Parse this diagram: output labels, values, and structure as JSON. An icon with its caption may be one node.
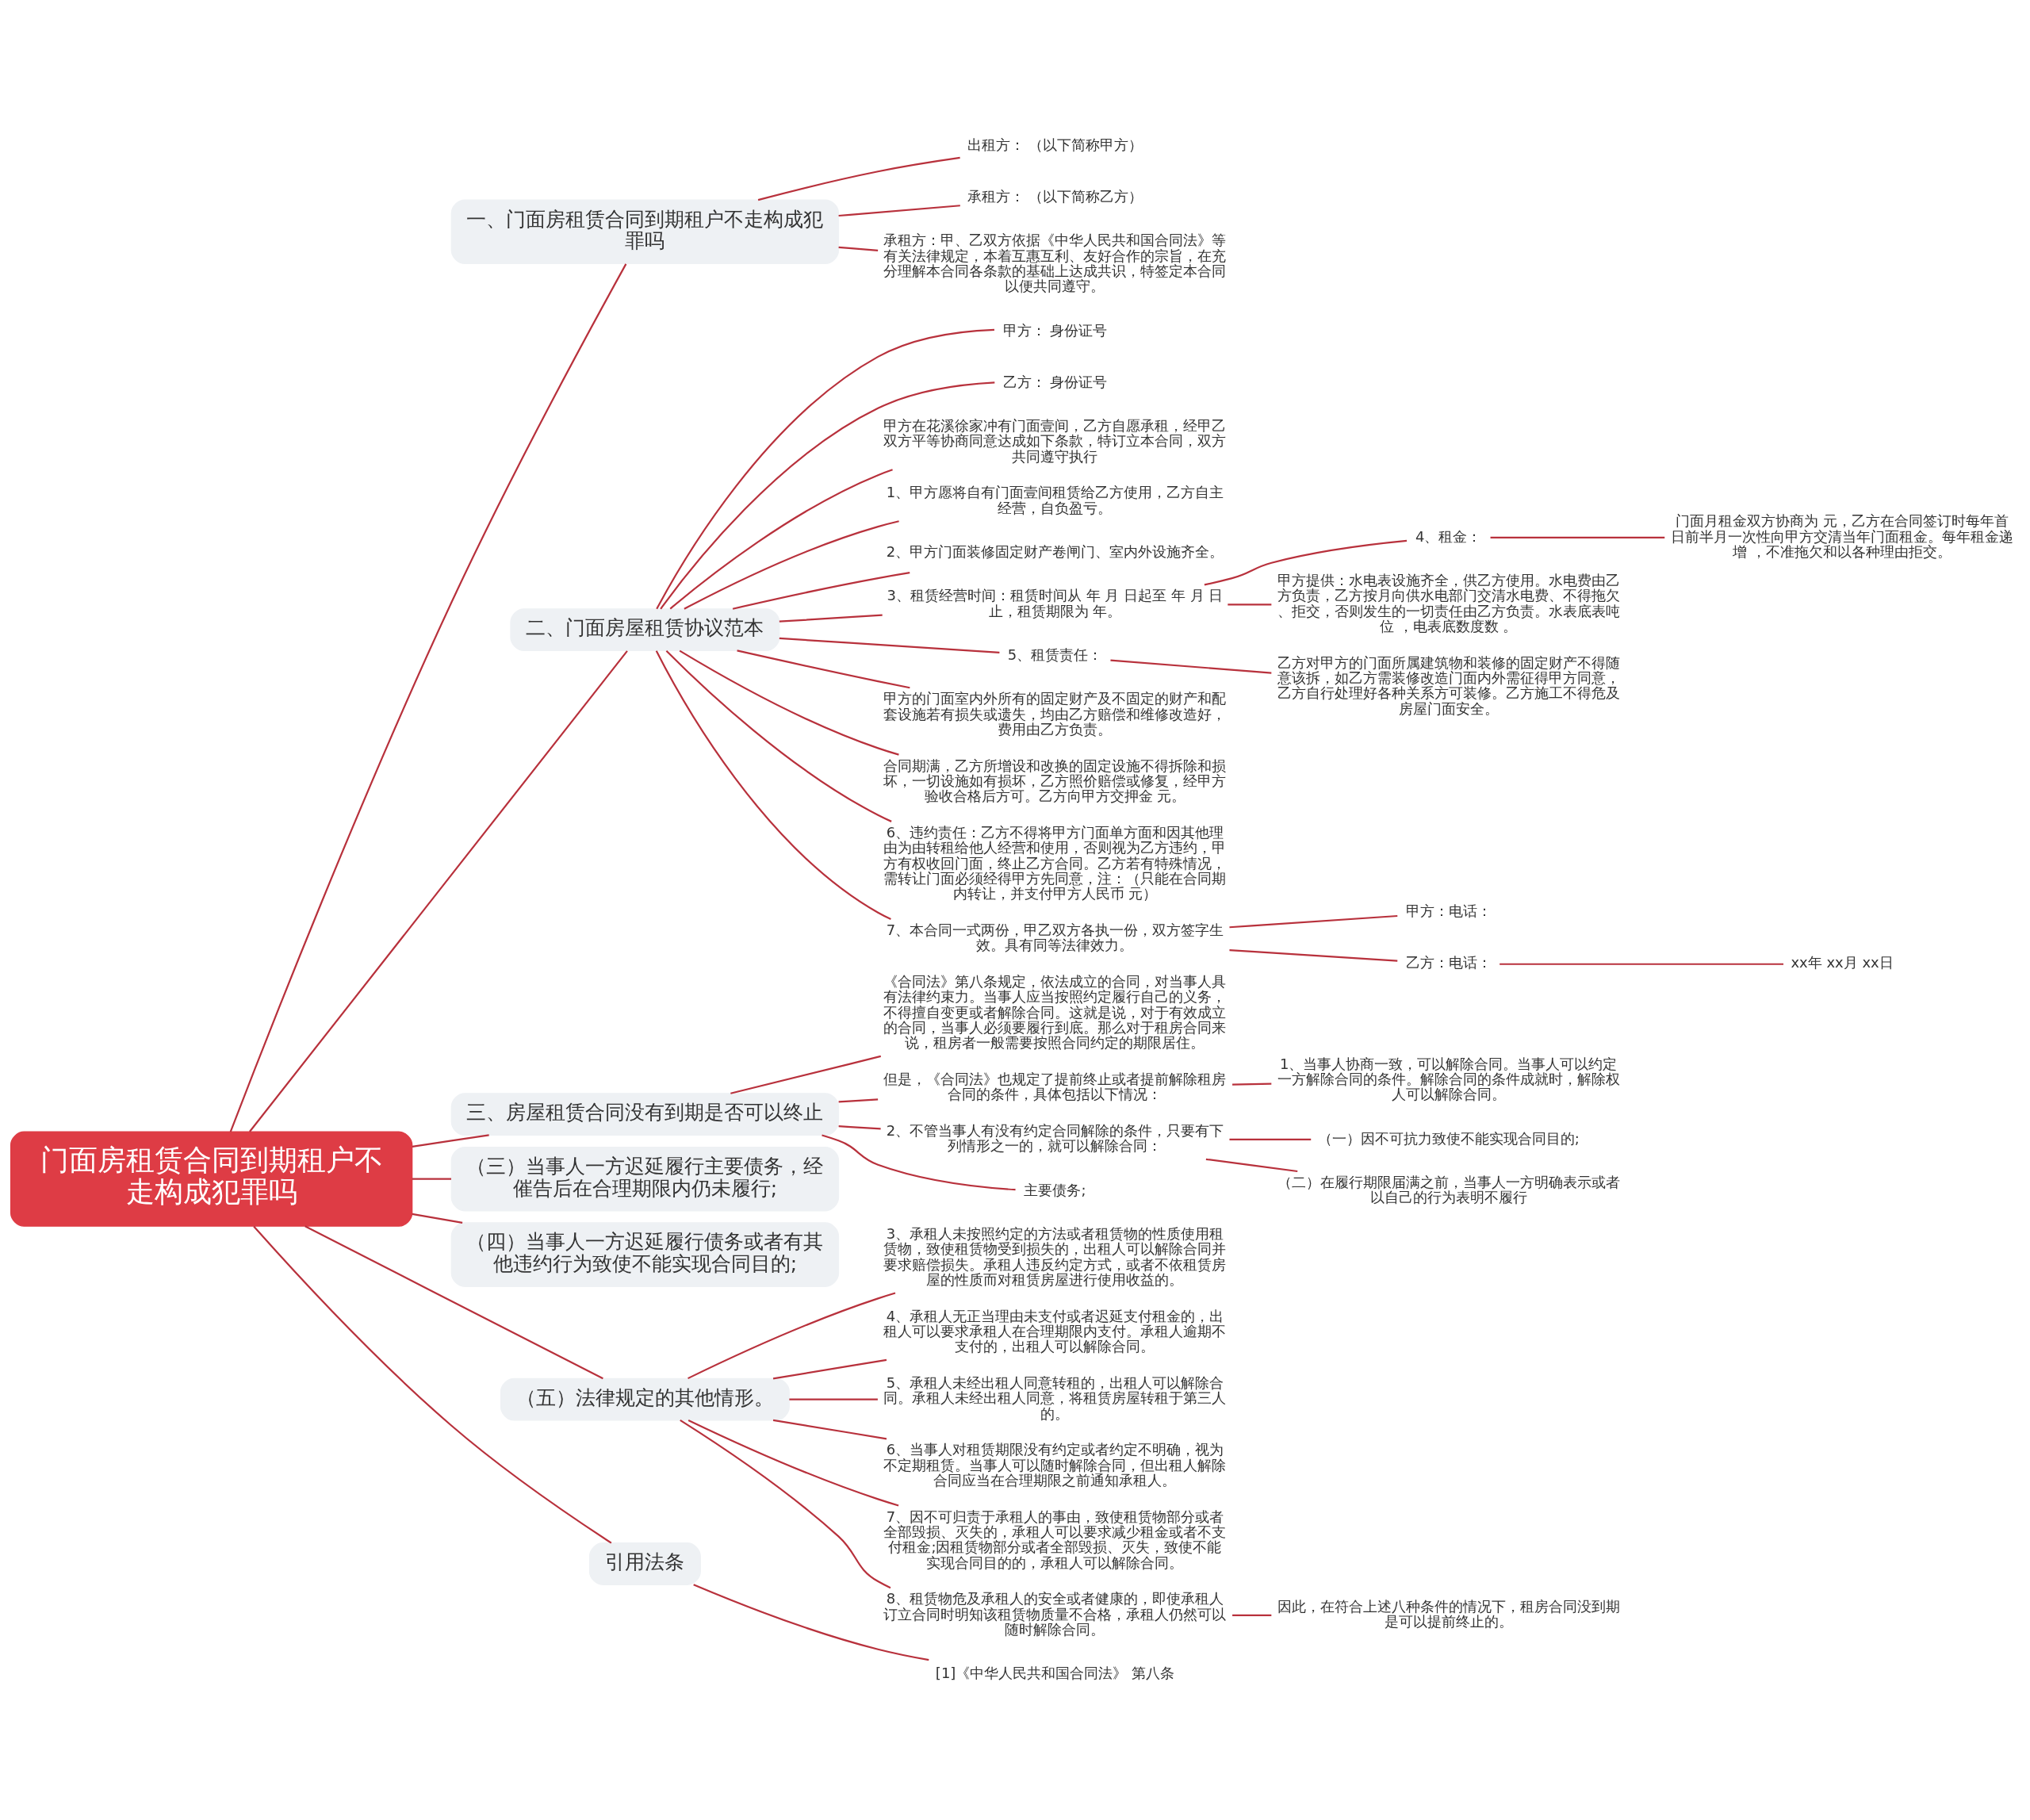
{
  "diagram": {
    "nodes": [
      {
        "text": [
          "门面房租赁合同到期租户不走构成犯罪吗"
        ]
      },
      {
        "text": [
          "一、门面房租赁合同到期租户不走构成犯罪吗"
        ]
      },
      {
        "text": [
          "出租方： （以下简称甲方）"
        ]
      },
      {
        "text": [
          "承租方： （以下简称乙方）"
        ]
      },
      {
        "text": [
          "承租方：甲、乙双方依据《中华人民共和国合同法》等有关法律规定，本着互惠互利、友好合作的宗旨，在充分理解本合同各条款的基础上达成共识，特签定本合同以便共同遵守。"
        ]
      },
      {
        "text": [
          "二、门面房屋租赁协议范本"
        ]
      },
      {
        "text": [
          "甲方： 身份证号"
        ]
      },
      {
        "text": [
          "乙方： 身份证号"
        ]
      },
      {
        "text": [
          "甲方在花溪徐家冲有门面壹间，乙方自愿承租，经甲乙双方平等协商同意达成如下条款，特订立本合同，双方共同遵守执行"
        ]
      },
      {
        "text": [
          "1、甲方愿将自有门面壹间租赁给乙方使用，乙方自主经营，自负盈亏。"
        ]
      },
      {
        "text": [
          "2、甲方门面装修固定财产卷闸门、室内外设施齐全。"
        ]
      },
      {
        "text": [
          "3、租赁经营时间：租赁时间从 年 月 日起至 年 月 日止，租赁期限为 年。"
        ]
      },
      {
        "text": [
          "4、租金："
        ]
      },
      {
        "text": [
          "门面月租金双方协商为 元，乙方在合同签订时每年首日前半月一次性向甲方交清当年门面租金。每年租金递增 ，不准拖欠和以各种理由拒交。"
        ]
      },
      {
        "text": [
          "甲方提供：水电表设施齐全，供乙方使用。水电费由乙方负责，乙方按月向供水电部门交清水电费、不得拖欠、拒交，否则发生的一切责任由乙方负责。水表底表吨位 ，电表底数度数 。"
        ]
      },
      {
        "text": [
          "5、租赁责任："
        ]
      },
      {
        "text": [
          "乙方对甲方的门面所属建筑物和装修的固定财产不得随意该拆，如乙方需装修改造门面内外需征得甲方同意，乙方自行处理好各种关系方可装修。乙方施工不得危及房屋门面安全。"
        ]
      },
      {
        "text": [
          "甲方的门面室内外所有的固定财产及不固定的财产和配套设施若有损失或遗失，均由乙方赔偿和维修改造好，费用由乙方负责。"
        ]
      },
      {
        "text": [
          "合同期满，乙方所增设和改换的固定设施不得拆除和损坏，一切设施如有损坏，乙方照价赔偿或修复，经甲方验收合格后方可。乙方向甲方交押金 元。"
        ]
      },
      {
        "text": [
          "6、违约责任：乙方不得将甲方门面单方面和因其他理由为由转租给他人经营和使用，否则视为乙方违约，甲方有权收回门面，终止乙方合同。乙方若有特殊情况，需转让门面必须经得甲方先同意，注：（只能在合同期内转让，并支付甲方人民币 元）"
        ]
      },
      {
        "text": [
          "7、本合同一式两份，甲乙双方各执一份，双方签字生效。具有同等法律效力。"
        ]
      },
      {
        "text": [
          "甲方：电话："
        ]
      },
      {
        "text": [
          "乙方：电话："
        ]
      },
      {
        "text": [
          "xx年 xx月 xx日"
        ]
      },
      {
        "text": [
          "三、房屋租赁合同没有到期是否可以终止"
        ]
      },
      {
        "text": [
          "《合同法》第八条规定，依法成立的合同，对当事人具有法律约束力。当事人应当按照约定履行自己的义务，不得擅自变更或者解除合同。这就是说，对于有效成立的合同，当事人必须要履行到底。那么对于租房合同来说，租房者一般需要按照合同约定的期限居住。"
        ]
      },
      {
        "text": [
          "但是，《合同法》也规定了提前终止或者提前解除租房合同的条件，具体包括以下情况："
        ]
      },
      {
        "text": [
          "1、当事人协商一致，可以解除合同。当事人可以约定一方解除合同的条件。解除合同的条件成就时，解除权人可以解除合同。"
        ]
      },
      {
        "text": [
          "2、不管当事人有没有约定合同解除的条件，只要有下列情形之一的，就可以解除合同："
        ]
      },
      {
        "text": [
          "（一）因不可抗力致使不能实现合同目的;"
        ]
      },
      {
        "text": [
          "（二）在履行期限届满之前，当事人一方明确表示或者以自己的行为表明不履行"
        ]
      },
      {
        "text": [
          "主要债务;"
        ]
      },
      {
        "text": [
          "（三）当事人一方迟延履行主要债务，经催告后在合理期限内仍未履行;"
        ]
      },
      {
        "text": [
          "（四）当事人一方迟延履行债务或者有其他违约行为致使不能实现合同目的;"
        ]
      },
      {
        "text": [
          "（五）法律规定的其他情形。"
        ]
      },
      {
        "text": [
          "3、承租人未按照约定的方法或者租赁物的性质使用租赁物，致使租赁物受到损失的，出租人可以解除合同并要求赔偿损失。承租人违反约定方式，或者不依租赁房屋的性质而对租赁房屋进行使用收益的。"
        ]
      },
      {
        "text": [
          "4、承租人无正当理由未支付或者迟延支付租金的，出租人可以要求承租人在合理期限内支付。承租人逾期不支付的，出租人可以解除合同。"
        ]
      },
      {
        "text": [
          "5、承租人未经出租人同意转租的，出租人可以解除合同。承租人未经出租人同意，将租赁房屋转租于第三人的。"
        ]
      },
      {
        "text": [
          "6、当事人对租赁期限没有约定或者约定不明确，视为不定期租赁。当事人可以随时解除合同，但出租人解除合同应当在合理期限之前通知承租人。"
        ]
      },
      {
        "text": [
          "7、因不可归责于承租人的事由，致使租赁物部分或者全部毁损、灭失的，承租人可以要求减少租金或者不支付租金;因租赁物部分或者全部毁损、灭失，致使不能实现合同目的的，承租人可以解除合同。"
        ]
      },
      {
        "text": [
          "8、租赁物危及承租人的安全或者健康的，即使承租人订立合同时明知该租赁物质量不合格，承租人仍然可以随时解除合同。"
        ]
      },
      {
        "text": [
          "因此，在符合上述八种条件的情况下，租房合同没到期是可以提前终止的。"
        ]
      },
      {
        "text": [
          "引用法条"
        ]
      },
      {
        "text": [
          "[1]《中华人民共和国合同法》 第八条"
        ]
      }
    ],
    "edges": [
      {
        "from": 0,
        "to": 1,
        "arrow": "none"
      },
      {
        "from": 1,
        "to": 2,
        "arrow": "none"
      },
      {
        "from": 1,
        "to": 3,
        "arrow": "none"
      },
      {
        "from": 1,
        "to": 4,
        "arrow": "none"
      },
      {
        "from": 0,
        "to": 5,
        "arrow": "none"
      },
      {
        "from": 5,
        "to": 6,
        "arrow": "none"
      },
      {
        "from": 5,
        "to": 7,
        "arrow": "none"
      },
      {
        "from": 5,
        "to": 8,
        "arrow": "none"
      },
      {
        "from": 5,
        "to": 9,
        "arrow": "none"
      },
      {
        "from": 5,
        "to": 10,
        "arrow": "none"
      },
      {
        "from": 5,
        "to": 11,
        "arrow": "none"
      },
      {
        "from": 11,
        "to": 12,
        "arrow": "none"
      },
      {
        "from": 12,
        "to": 13,
        "arrow": "none"
      },
      {
        "from": 11,
        "to": 14,
        "arrow": "none"
      },
      {
        "from": 5,
        "to": 15,
        "arrow": "none"
      },
      {
        "from": 15,
        "to": 16,
        "arrow": "none"
      },
      {
        "from": 5,
        "to": 17,
        "arrow": "none"
      },
      {
        "from": 5,
        "to": 18,
        "arrow": "none"
      },
      {
        "from": 5,
        "to": 19,
        "arrow": "none"
      },
      {
        "from": 5,
        "to": 20,
        "arrow": "none"
      },
      {
        "from": 20,
        "to": 21,
        "arrow": "none"
      },
      {
        "from": 20,
        "to": 22,
        "arrow": "none"
      },
      {
        "from": 22,
        "to": 23,
        "arrow": "none"
      },
      {
        "from": 0,
        "to": 24,
        "arrow": "none"
      },
      {
        "from": 24,
        "to": 25,
        "arrow": "none"
      },
      {
        "from": 24,
        "to": 26,
        "arrow": "none"
      },
      {
        "from": 26,
        "to": 27,
        "arrow": "none"
      },
      {
        "from": 24,
        "to": 28,
        "arrow": "none"
      },
      {
        "from": 28,
        "to": 29,
        "arrow": "none"
      },
      {
        "from": 28,
        "to": 30,
        "arrow": "none"
      },
      {
        "from": 24,
        "to": 31,
        "arrow": "none"
      },
      {
        "from": 0,
        "to": 32,
        "arrow": "none"
      },
      {
        "from": 0,
        "to": 33,
        "arrow": "none"
      },
      {
        "from": 0,
        "to": 34,
        "arrow": "none"
      },
      {
        "from": 34,
        "to": 35,
        "arrow": "none"
      },
      {
        "from": 34,
        "to": 36,
        "arrow": "none"
      },
      {
        "from": 34,
        "to": 37,
        "arrow": "none"
      },
      {
        "from": 34,
        "to": 38,
        "arrow": "none"
      },
      {
        "from": 34,
        "to": 39,
        "arrow": "none"
      },
      {
        "from": 34,
        "to": 40,
        "arrow": "none"
      },
      {
        "from": 40,
        "to": 41,
        "arrow": "none"
      },
      {
        "from": 0,
        "to": 42,
        "arrow": "none"
      },
      {
        "from": 42,
        "to": 43,
        "arrow": "none"
      }
    ]
  }
}
